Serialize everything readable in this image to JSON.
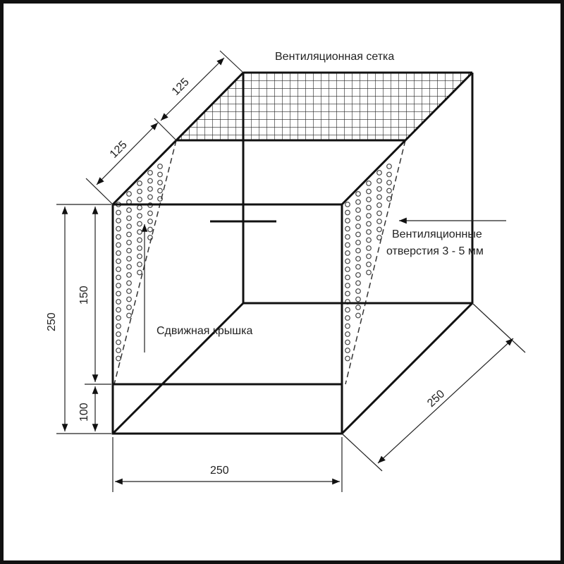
{
  "labels": {
    "mesh": "Вентиляционная сетка",
    "holes_line1": "Вентиляционные",
    "holes_line2": "отверстия 3 - 5 мм",
    "lid": "Сдвижная крышка"
  },
  "dimensions": {
    "width": "250",
    "height_total": "250",
    "height_upper": "150",
    "height_lower": "100",
    "depth": "250",
    "depth_half_front": "125",
    "depth_half_back": "125"
  }
}
